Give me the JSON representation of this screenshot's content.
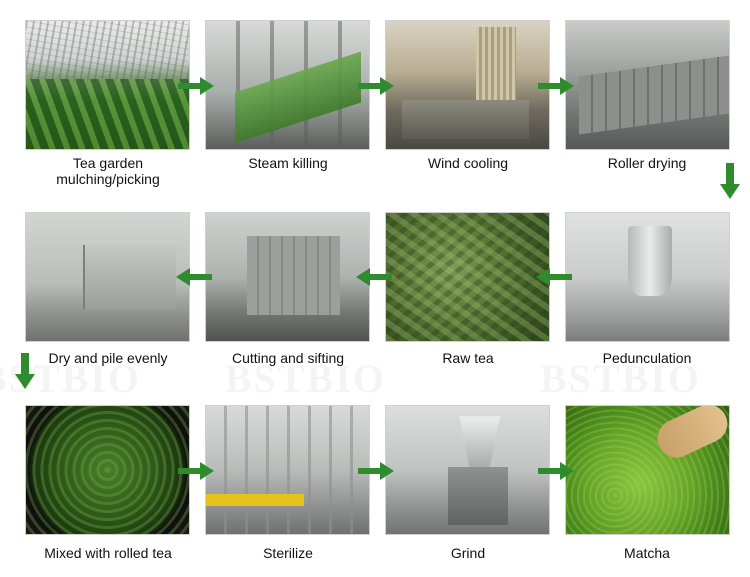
{
  "watermark": "BSTBIO",
  "colors": {
    "arrow": "#2e8b2e",
    "label": "#111111"
  },
  "steps": [
    {
      "label_line1": "Tea garden",
      "label_line2": "mulching/picking"
    },
    {
      "label": "Steam killing"
    },
    {
      "label": "Wind cooling"
    },
    {
      "label": "Roller drying"
    },
    {
      "label": "Pedunculation"
    },
    {
      "label": "Raw tea"
    },
    {
      "label": "Cutting and sifting"
    },
    {
      "label": "Dry and pile evenly"
    },
    {
      "label": "Mixed with rolled tea"
    },
    {
      "label": "Sterilize"
    },
    {
      "label": "Grind"
    },
    {
      "label": "Matcha"
    }
  ]
}
